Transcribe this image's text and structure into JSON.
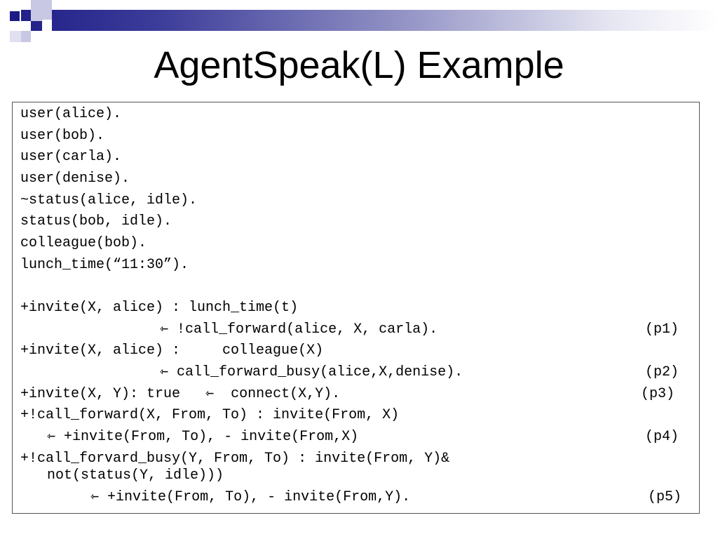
{
  "slide": {
    "title": "AgentSpeak(L) Example"
  },
  "code": {
    "lines": [
      {
        "text": "user(alice)."
      },
      {
        "text": "user(bob)."
      },
      {
        "text": "user(carla)."
      },
      {
        "text": "user(denise)."
      },
      {
        "text": "~status(alice, idle)."
      },
      {
        "text": "status(bob, idle)."
      },
      {
        "text": "colleague(bob)."
      },
      {
        "text": "lunch_time(“11:30”)."
      },
      {
        "text": ""
      },
      {
        "text": "+invite(X, alice) : lunch_time(t)"
      },
      {
        "text": "⇽ !call_forward(alice, X, carla).",
        "label": "(p1)"
      },
      {
        "text": "+invite(X, alice) :     colleague(X)"
      },
      {
        "text": "⇽ call_forward_busy(alice,X,denise).",
        "label": "(p2)"
      },
      {
        "text": "+invite(X, Y): true   ⇽  connect(X,Y).",
        "label": "(p3)"
      },
      {
        "text": "+!call_forward(X, From, To) : invite(From, X)"
      },
      {
        "text": "⇽ +invite(From, To), - invite(From,X)",
        "label": "(p4)"
      },
      {
        "text": "+!call_forvard_busy(Y, From, To) : invite(From, Y)&"
      },
      {
        "text": "not(status(Y, idle)))"
      },
      {
        "text": "⇽ +invite(From, To), - invite(From,Y).",
        "label": "(p5)"
      }
    ]
  }
}
